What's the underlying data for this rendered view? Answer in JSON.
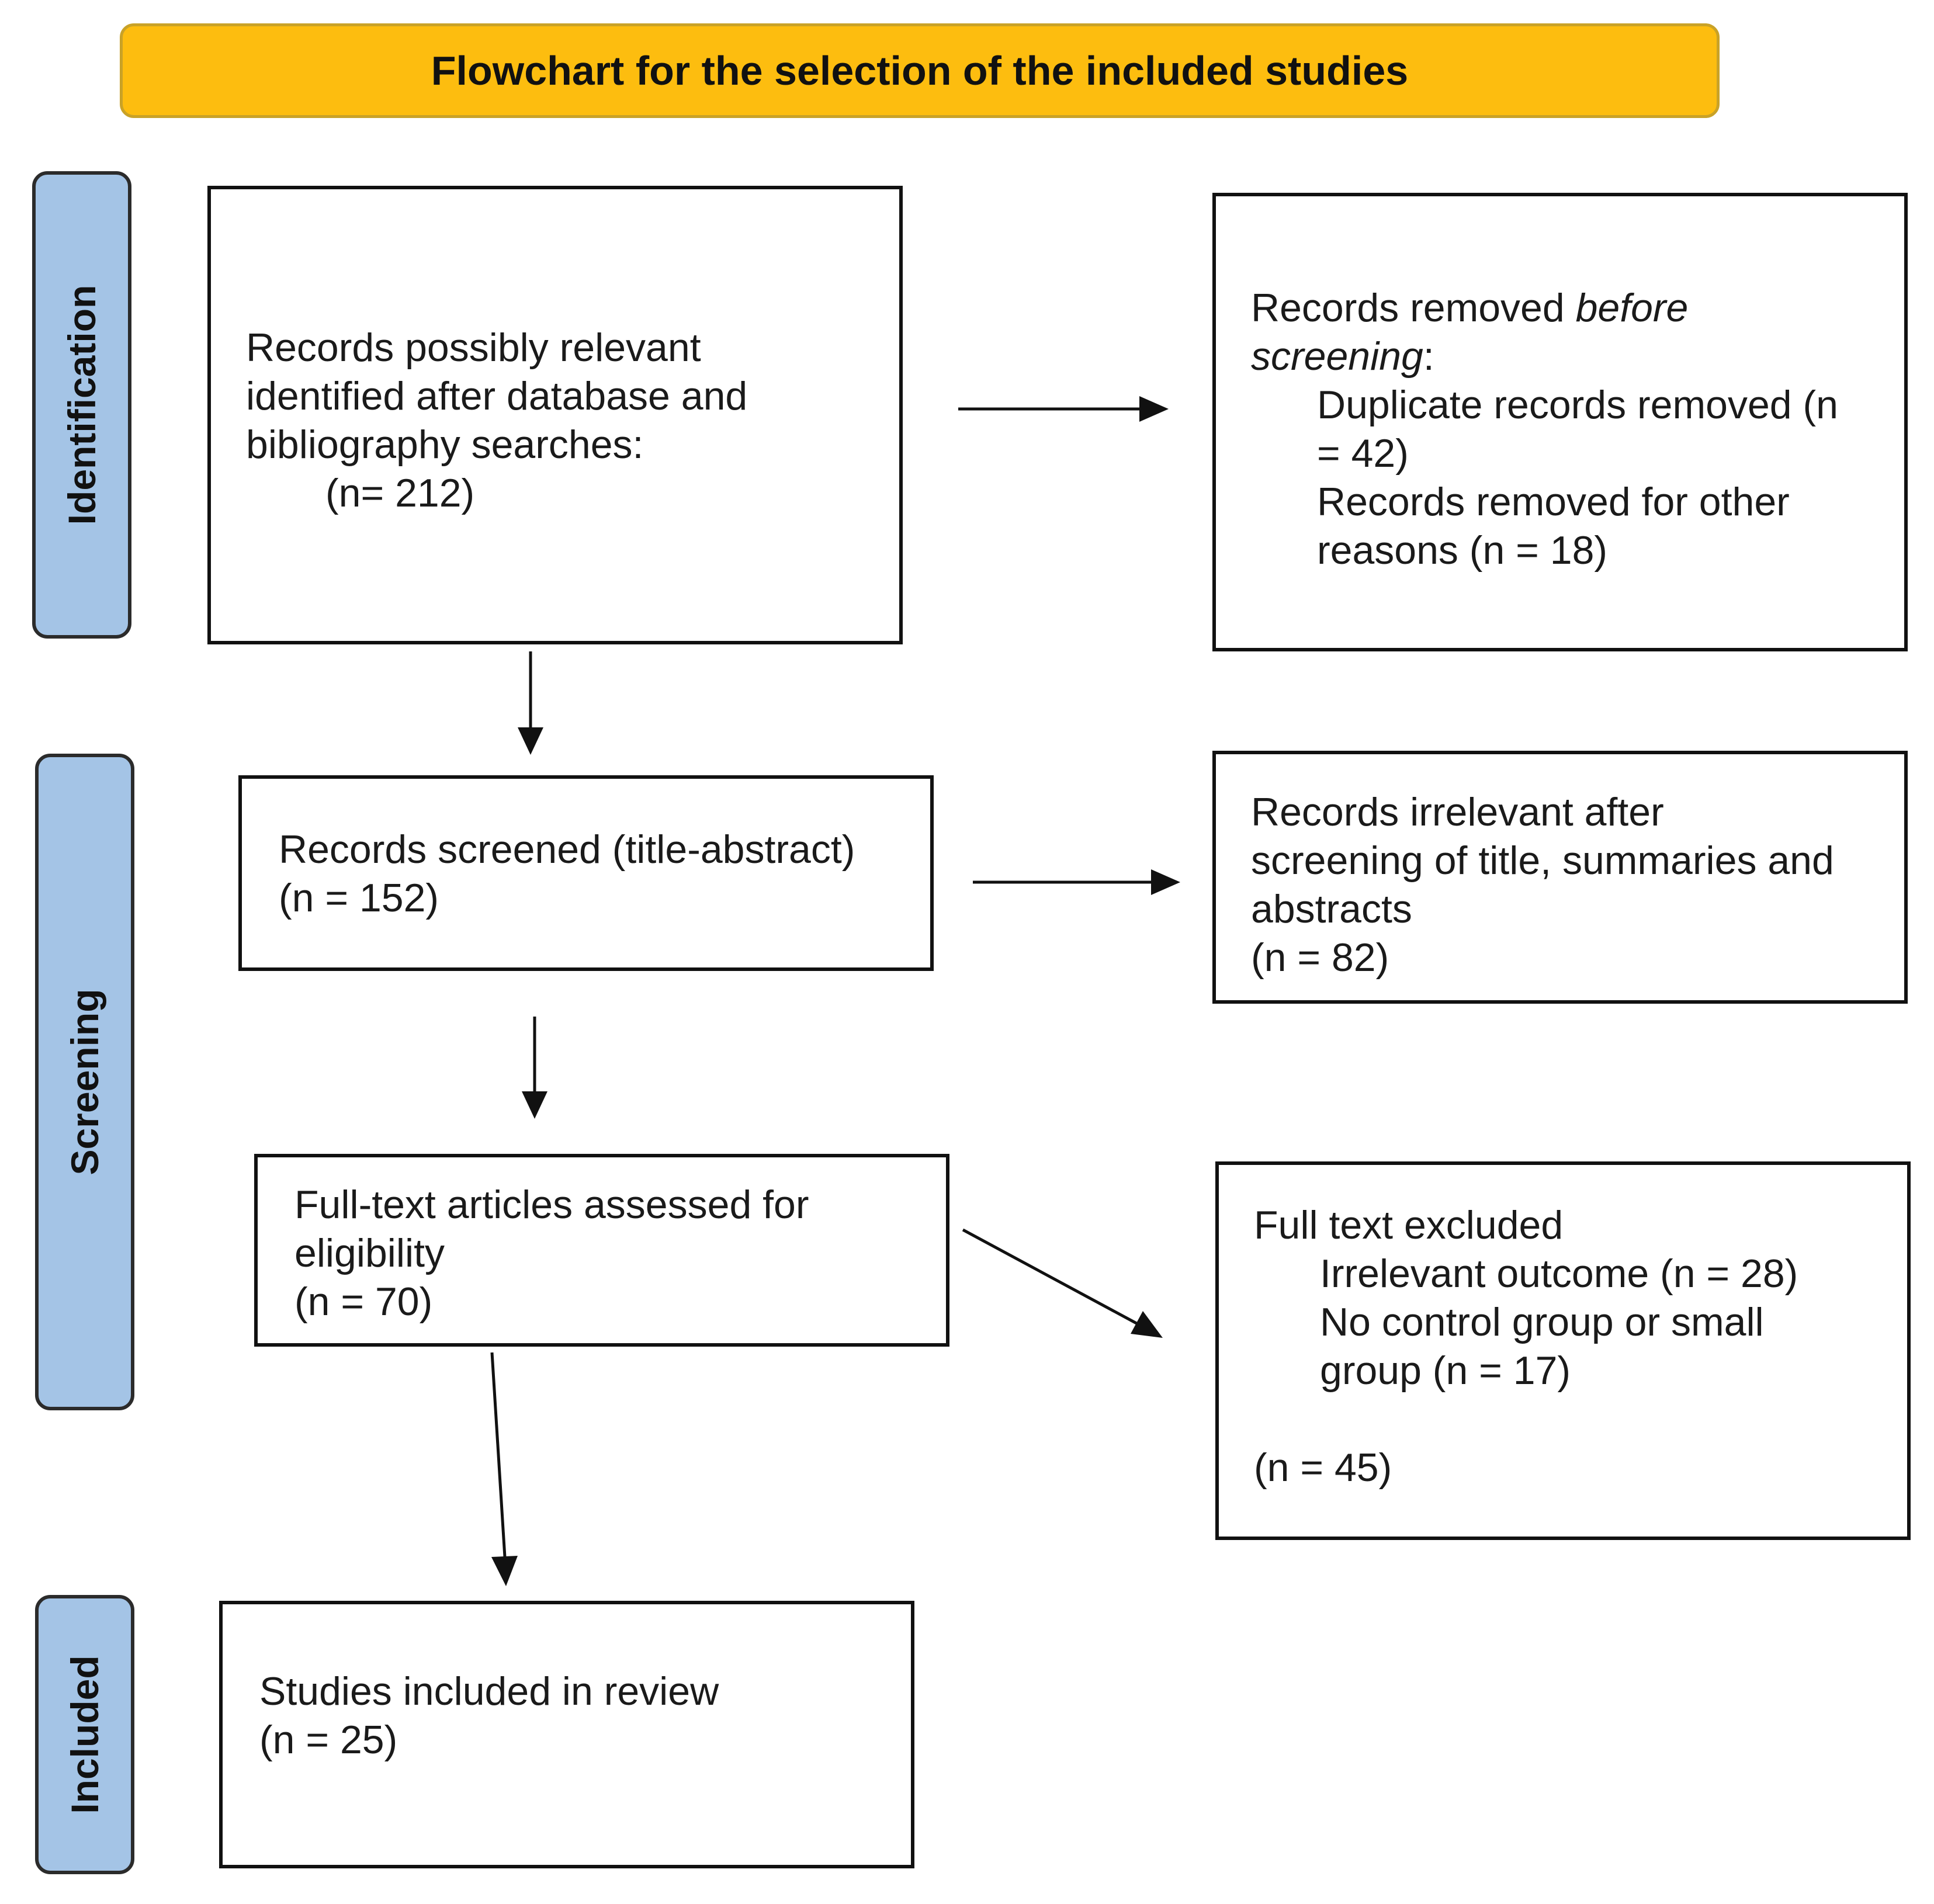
{
  "title": "Flowchart for the selection of the included studies",
  "stages": {
    "identification": "Identification",
    "screening": "Screening",
    "included": "Included"
  },
  "boxes": {
    "identified": {
      "line1": "Records possibly relevant",
      "line2": "identified after database and",
      "line3": "bibliography searches:",
      "count": "(n= 212)"
    },
    "removed_before_screening": {
      "heading_a": "Records removed ",
      "heading_b": "before",
      "heading_c": "screening",
      "heading_d": ":",
      "dup_line1": "Duplicate records removed (n",
      "dup_line2": "= 42)",
      "other_line1": "Records removed for other",
      "other_line2": "reasons (n = 18)"
    },
    "screened": {
      "line1": "Records screened (title-abstract)",
      "count": "(n = 152)"
    },
    "irrelevant": {
      "line1": "Records irrelevant after",
      "line2": "screening of title, summaries and",
      "line3": "abstracts",
      "count": "(n = 82)"
    },
    "fulltext_assessed": {
      "line1": "Full-text articles assessed for",
      "line2": "eligibility",
      "count": "(n = 70)"
    },
    "fulltext_excluded": {
      "heading": "Full text excluded",
      "reason1": "Irrelevant outcome (n = 28)",
      "reason2_line1": "No control group or small",
      "reason2_line2": "group (n = 17)",
      "count": "(n = 45)"
    },
    "included": {
      "line1": "Studies included in review",
      "count": "(n = 25)"
    }
  }
}
